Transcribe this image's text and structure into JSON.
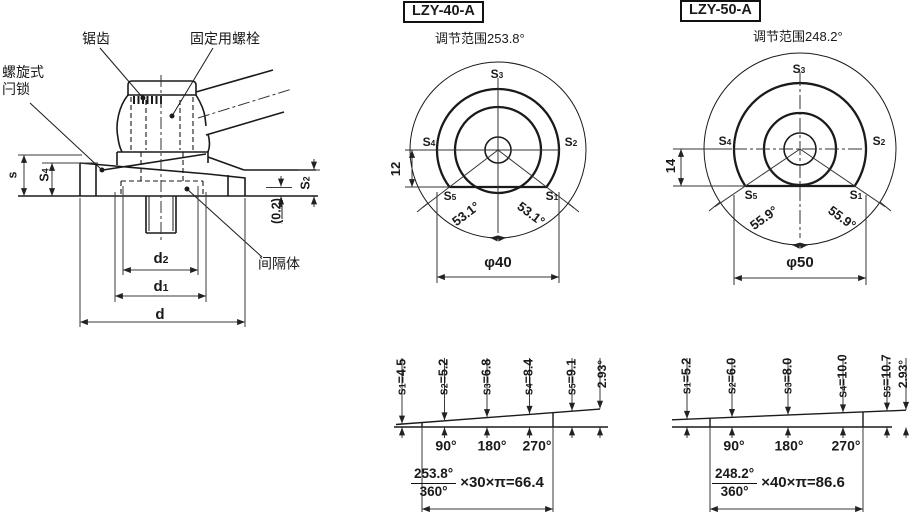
{
  "colors": {
    "ink": "#1a1a1a"
  },
  "left_view": {
    "callout_saw_teeth": "锯齿",
    "callout_fixing_bolt": "固定用螺栓",
    "callout_spiral_latch": "螺旋式\n闩锁",
    "callout_spacer": "间隔体",
    "dim_s": "s",
    "dim_s4": {
      "base": "S",
      "sub": "4"
    },
    "dim_s2": {
      "base": "S",
      "sub": "2"
    },
    "dim_gap": "(0.2)",
    "dim_d2": {
      "base": "d",
      "sub": "2"
    },
    "dim_d1": {
      "base": "d",
      "sub": "1"
    },
    "dim_d": "d"
  },
  "models": [
    {
      "title": "LZY-40-A",
      "range_label": "调节范围253.8°",
      "diameter_label": "φ40",
      "offset_label": "12",
      "angle_left": "53.1°",
      "angle_right": "53.1°",
      "pt_s1": {
        "base": "S",
        "sub": "1"
      },
      "pt_s2": {
        "base": "S",
        "sub": "2"
      },
      "pt_s3": {
        "base": "S",
        "sub": "3"
      },
      "pt_s4": {
        "base": "S",
        "sub": "4"
      },
      "pt_s5": {
        "base": "S",
        "sub": "5"
      },
      "profile": {
        "v1": {
          "base": "s",
          "sub": "1",
          "eq": "=4.5"
        },
        "v2": {
          "base": "s",
          "sub": "2",
          "eq": "=5.2"
        },
        "v3": {
          "base": "s",
          "sub": "3",
          "eq": "=6.8"
        },
        "v4": {
          "base": "s",
          "sub": "4",
          "eq": "=8.4"
        },
        "v5": {
          "base": "s",
          "sub": "5",
          "eq": "=9.1"
        },
        "slope_angle": "2.93°",
        "tick_90": "90°",
        "tick_180": "180°",
        "tick_270": "270°",
        "formula_numerator": "253.8°",
        "formula_denominator": "360°",
        "formula_rest": "×30×π=66.4"
      }
    },
    {
      "title": "LZY-50-A",
      "range_label": "调节范围248.2°",
      "diameter_label": "φ50",
      "offset_label": "14",
      "angle_left": "55.9°",
      "angle_right": "55.9°",
      "pt_s1": {
        "base": "S",
        "sub": "1"
      },
      "pt_s2": {
        "base": "S",
        "sub": "2"
      },
      "pt_s3": {
        "base": "S",
        "sub": "3"
      },
      "pt_s4": {
        "base": "S",
        "sub": "4"
      },
      "pt_s5": {
        "base": "S",
        "sub": "5"
      },
      "profile": {
        "v1": {
          "base": "s",
          "sub": "1",
          "eq": "=5.2"
        },
        "v2": {
          "base": "s",
          "sub": "2",
          "eq": "=6.0"
        },
        "v3": {
          "base": "s",
          "sub": "3",
          "eq": "=8.0"
        },
        "v4": {
          "base": "s",
          "sub": "4",
          "eq": "=10.0"
        },
        "v5": {
          "base": "s",
          "sub": "5",
          "eq": "=10.7"
        },
        "slope_angle": "2.93°",
        "tick_90": "90°",
        "tick_180": "180°",
        "tick_270": "270°",
        "formula_numerator": "248.2°",
        "formula_denominator": "360°",
        "formula_rest": "×40×π=86.6"
      }
    }
  ]
}
